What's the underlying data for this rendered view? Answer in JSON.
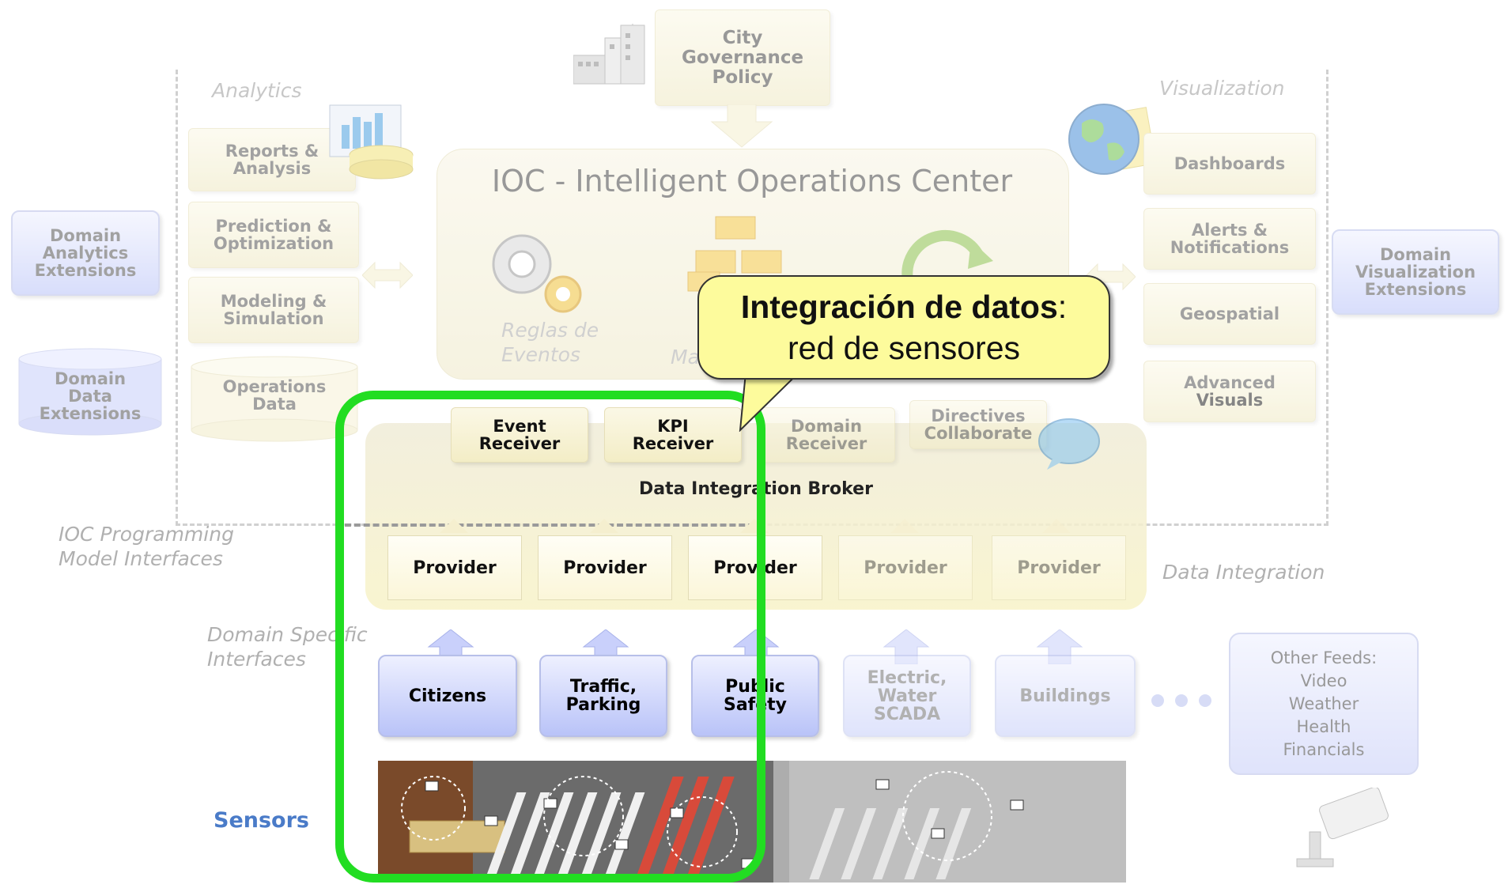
{
  "city_governance": {
    "line1": "City",
    "line2": "Governance",
    "line3": "Policy"
  },
  "analytics": {
    "title": "Analytics",
    "items": [
      {
        "l1": "Reports &",
        "l2": "Analysis"
      },
      {
        "l1": "Prediction &",
        "l2": "Optimization"
      },
      {
        "l1": "Modeling &",
        "l2": "Simulation"
      },
      {
        "l1": "Operations",
        "l2": "Data"
      }
    ]
  },
  "visualization": {
    "title": "Visualization",
    "items": [
      {
        "l1": "Dashboards",
        "l2": ""
      },
      {
        "l1": "Alerts &",
        "l2": "Notifications"
      },
      {
        "l1": "Geospatial",
        "l2": ""
      },
      {
        "l1": "Advanced",
        "l2": "Visuals"
      }
    ]
  },
  "domain_extensions": {
    "analytics": {
      "l1": "Domain",
      "l2": "Analytics",
      "l3": "Extensions"
    },
    "data": {
      "l1": "Domain",
      "l2": "Data",
      "l3": "Extensions"
    },
    "visualization": {
      "l1": "Domain",
      "l2": "Visualization",
      "l3": "Extensions"
    }
  },
  "ioc": {
    "title": "IOC - Intelligent Operations Center",
    "rules_l1": "Reglas de",
    "rules_l2": "Eventos",
    "partial": "Ma"
  },
  "receivers": [
    {
      "l1": "Event",
      "l2": "Receiver"
    },
    {
      "l1": "KPI",
      "l2": "Receiver"
    },
    {
      "l1": "Domain",
      "l2": "Receiver"
    },
    {
      "l1": "Directives",
      "l2": "Collaborate"
    }
  ],
  "broker": "Data Integration Broker",
  "providers": [
    "Provider",
    "Provider",
    "Provider",
    "Provider",
    "Provider"
  ],
  "labels": {
    "programming_l1": "IOC Programming",
    "programming_l2": "Model Interfaces",
    "domain_specific_l1": "Domain Specific",
    "domain_specific_l2": "Interfaces",
    "data_integration": "Data Integration",
    "sensors": "Sensors"
  },
  "domains": [
    {
      "l1": "Citizens",
      "l2": ""
    },
    {
      "l1": "Traffic,",
      "l2": "Parking"
    },
    {
      "l1": "Public",
      "l2": "Safety"
    },
    {
      "l1": "Electric,",
      "l2": "Water",
      "l3": "SCADA"
    },
    {
      "l1": "Buildings",
      "l2": ""
    }
  ],
  "other_feeds": [
    "Other Feeds:",
    "Video",
    "Weather",
    "Health",
    "Financials"
  ],
  "callout": {
    "bold": "Integración de datos",
    "colon": ":",
    "line2": "red de sensores"
  },
  "colors": {
    "highlight": "#22dd22",
    "callout_bg": "#fdfb9c",
    "sensors": "#4a7bc8"
  }
}
